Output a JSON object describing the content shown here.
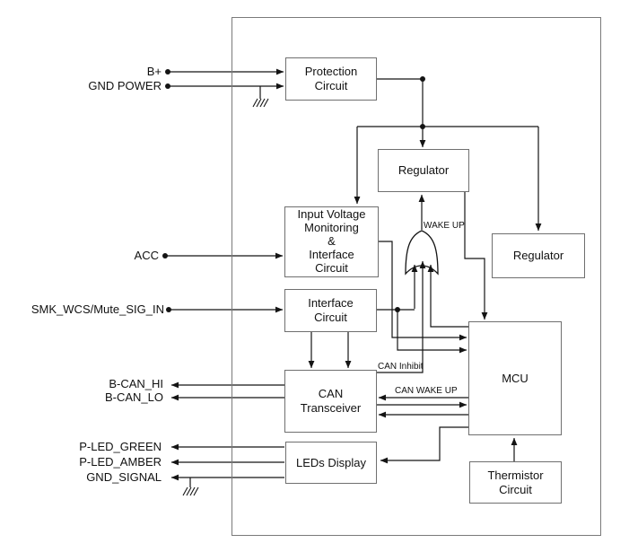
{
  "diagram": {
    "blocks": {
      "protection": {
        "label": "Protection\nCircuit"
      },
      "regulator1": {
        "label": "Regulator"
      },
      "regulator2": {
        "label": "Regulator"
      },
      "input_voltage": {
        "label": "Input Voltage\nMonitoring\n&\nInterface\nCircuit"
      },
      "interface": {
        "label": "Interface\nCircuit"
      },
      "can_transceiver": {
        "label": "CAN\nTransceiver"
      },
      "mcu": {
        "label": "MCU"
      },
      "leds_display": {
        "label": "LEDs Display"
      },
      "thermistor": {
        "label": "Thermistor\nCircuit"
      }
    },
    "ports": {
      "b_plus": "B+",
      "gnd_power": "GND POWER",
      "acc": "ACC",
      "smk": "SMK_WCS/Mute_SIG_IN",
      "b_can_hi": "B-CAN_HI",
      "b_can_lo": "B-CAN_LO",
      "p_led_green": "P-LED_GREEN",
      "p_led_amber": "P-LED_AMBER",
      "gnd_signal": "GND_SIGNAL"
    },
    "wire_labels": {
      "wake_up": "WAKE UP",
      "can_inhibit": "CAN Inhibit",
      "can_wake_up": "CAN WAKE UP"
    },
    "colors": {
      "wire": "#141414",
      "box_border": "#6f6f6f",
      "text": "#111111"
    }
  }
}
